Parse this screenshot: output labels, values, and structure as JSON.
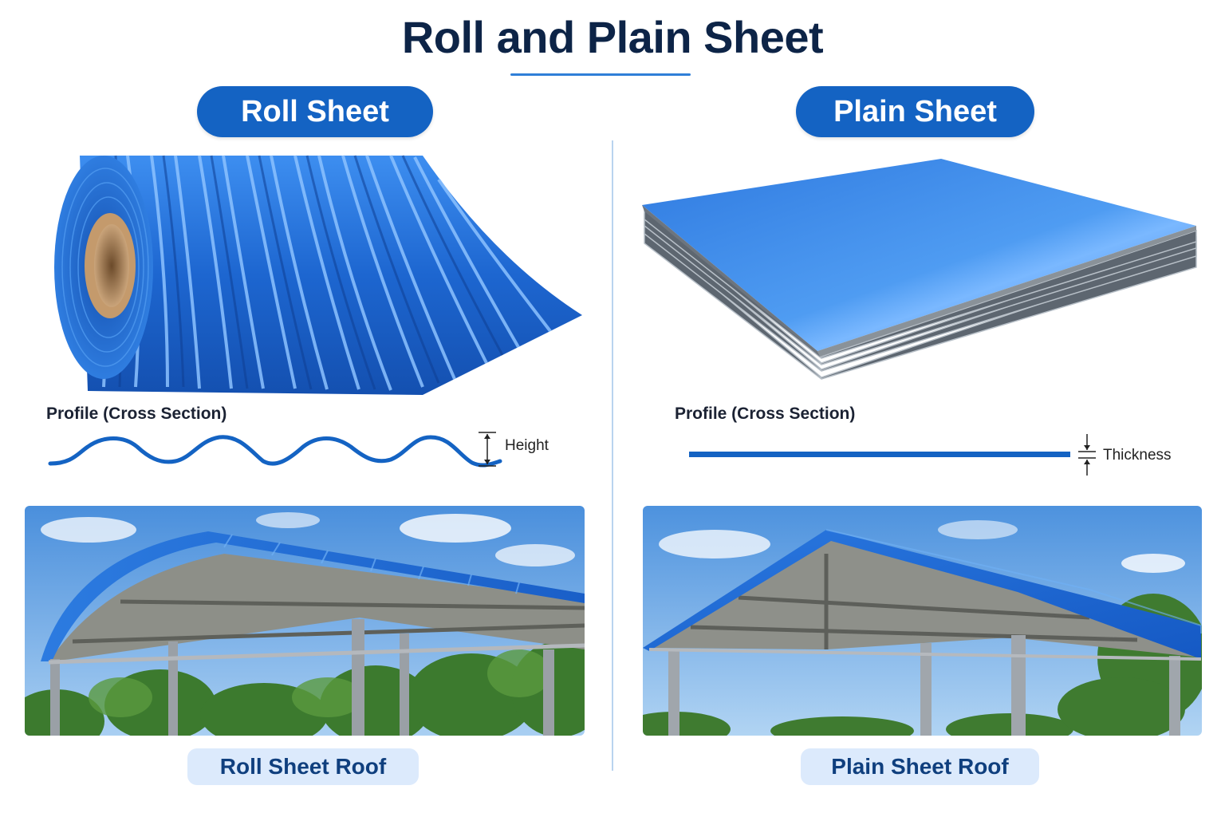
{
  "title": "Roll and Plain Sheet",
  "colors": {
    "title": "#0d2447",
    "accent": "#1463c3",
    "sheet_blue": "#1f6fd6",
    "caption_bg": "#dceafc"
  },
  "roll": {
    "heading": "Roll Sheet",
    "profile_label": "Profile (Cross Section)",
    "dimension_label": "Height",
    "roof_caption": "Roll Sheet Roof"
  },
  "plain": {
    "heading": "Plain Sheet",
    "profile_label": "Profile (Cross Section)",
    "dimension_label": "Thickness",
    "roof_caption": "Plain Sheet Roof"
  }
}
